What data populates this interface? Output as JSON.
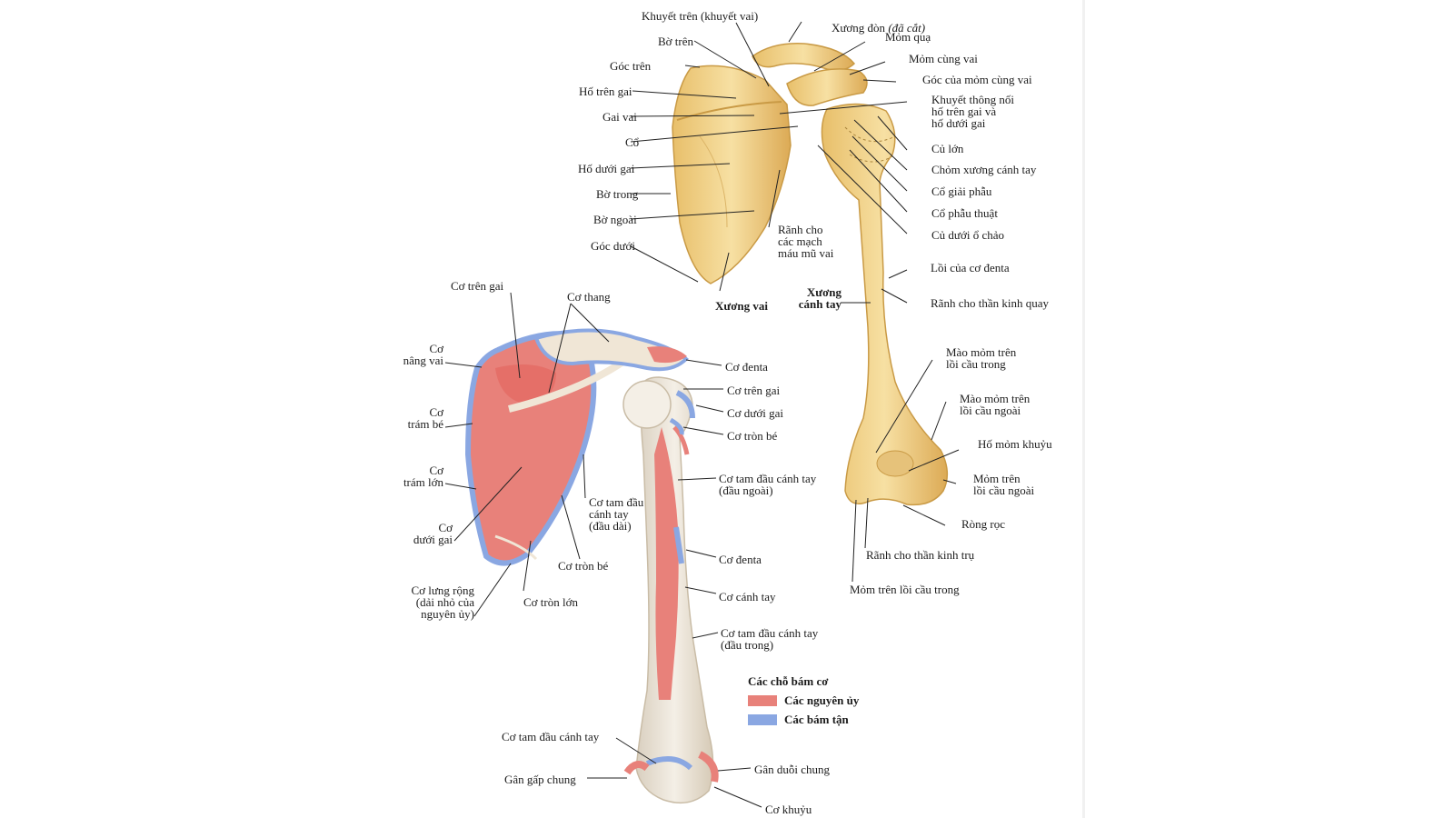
{
  "colors": {
    "bone": "#f2d28a",
    "bone_edge": "#c99a45",
    "origin": "#e8817a",
    "insertion": "#8aa7e2",
    "line": "#222222"
  },
  "posterior": {
    "supraspinous_notch": "Khuyết trên (khuyết vai)",
    "clavicle_a": "Xương đòn ",
    "clavicle_b": "(đã cắt)",
    "coracoid": "Mỏm quạ",
    "acromion": "Mỏm cùng vai",
    "acromial_angle": "Góc của mỏm cùng vai",
    "sup_border": "Bờ trên",
    "sup_angle": "Góc trên",
    "supraspinous_fossa": "Hố trên gai",
    "spine": "Gai vai",
    "neck": "Cổ",
    "infraspinous_fossa": "Hố dưới gai",
    "medial_border": "Bờ trong",
    "lateral_border": "Bờ ngoài",
    "inf_angle": "Góc dưới",
    "spinoglenoid": "Khuyết thông nối\nhố trên gai và\nhố dưới gai",
    "greater_tub": "Củ lớn",
    "head": "Chỏm xương cánh tay",
    "anat_neck": "Cổ giải phẫu",
    "surg_neck": "Cổ phẫu thuật",
    "infraglenoid": "Củ dưới ổ chảo",
    "groove_vessels": "Rãnh cho\ncác mạch\nmáu mũ vai",
    "scapula": "Xương vai",
    "humerus": "Xương\ncánh tay",
    "deltoid_tub": "Lồi của cơ đenta",
    "radial_groove": "Rãnh cho thần kinh quay",
    "med_supra_ridge": "Mào mỏm trên\nlồi cầu trong",
    "lat_supra_ridge": "Mào mỏm trên\nlồi cầu ngoài",
    "olecranon_fossa": "Hố mỏm khuỷu",
    "lat_epicondyle": "Mỏm trên\nlồi cầu ngoài",
    "trochlea": "Ròng rọc",
    "ulnar_groove": "Rãnh cho thần kinh trụ",
    "med_epicondyle": "Mỏm trên lồi cầu trong"
  },
  "muscles": {
    "supraspinatus_top": "Cơ trên gai",
    "trapezius": "Cơ thang",
    "levator": "Cơ\nnâng vai",
    "rhomboid_minor": "Cơ\ntrám bé",
    "rhomboid_major": "Cơ\ntrám lớn",
    "infraspinatus_left": "Cơ\ndưới gai",
    "lat_dorsi": "Cơ lưng rộng\n(dải nhỏ của\nnguyên ủy)",
    "teres_major": "Cơ tròn lớn",
    "teres_minor_left": "Cơ tròn bé",
    "triceps_long": "Cơ tam đầu\ncánh tay\n(đầu dài)",
    "deltoid_top": "Cơ đenta",
    "supraspinatus_right": "Cơ trên gai",
    "infraspinatus_right": "Cơ dưới gai",
    "teres_minor_right": "Cơ tròn bé",
    "triceps_lat": "Cơ tam đầu cánh tay\n(đầu ngoài)",
    "deltoid_mid": "Cơ đenta",
    "brachialis": "Cơ cánh tay",
    "triceps_med": "Cơ tam đầu cánh tay\n(đầu trong)",
    "triceps_bottom": "Cơ tam đầu cánh tay",
    "common_flexor": "Gân gấp chung",
    "common_extensor": "Gân duỗi chung",
    "anconeus": "Cơ khuỷu"
  },
  "legend": {
    "title": "Các chỗ bám cơ",
    "origin": "Các nguyên ủy",
    "insertion": "Các bám tận"
  }
}
